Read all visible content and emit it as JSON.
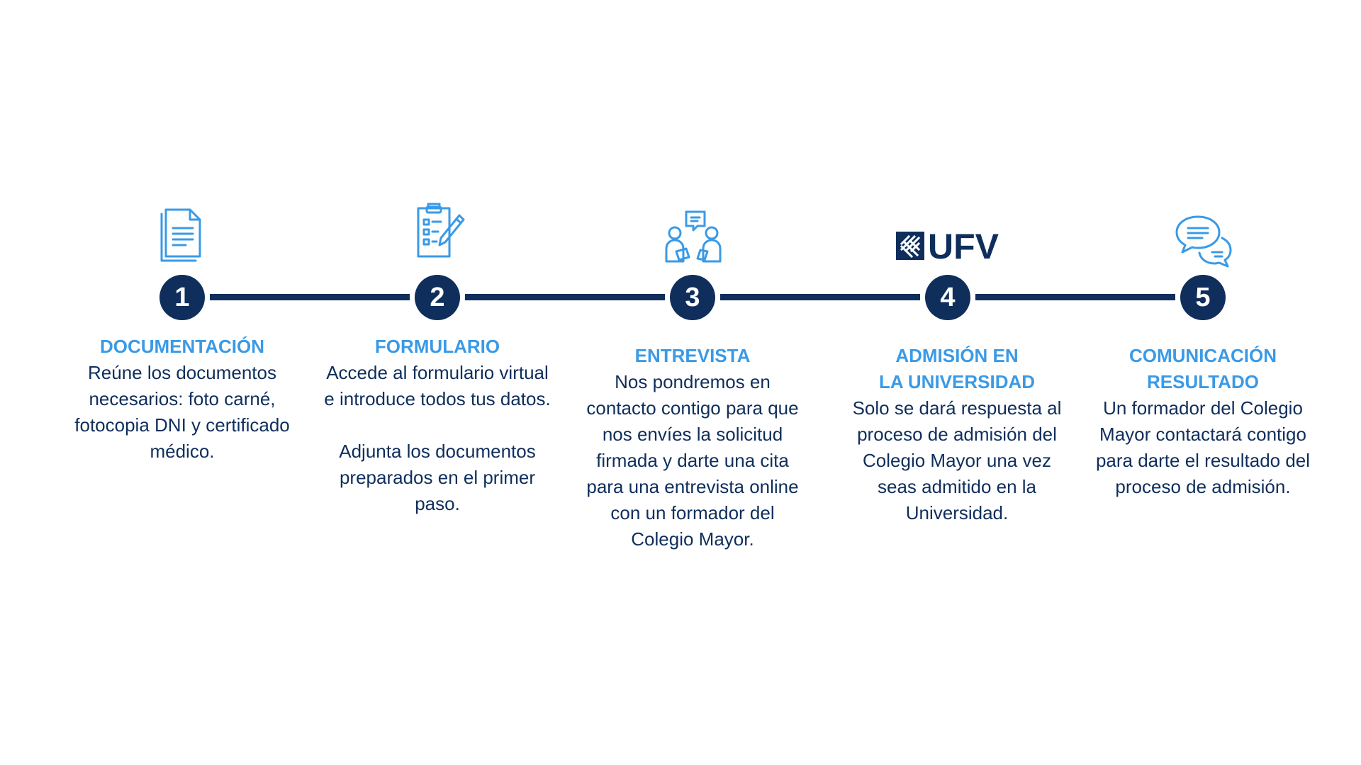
{
  "colors": {
    "navy": "#0f2e5c",
    "accent_blue": "#3a9ae6",
    "background": "#ffffff"
  },
  "logo": {
    "text": "UFV"
  },
  "steps": [
    {
      "number": "1",
      "icon": "document-icon",
      "title": "DOCUMENTACIÓN",
      "body": "Reúne los documentos necesarios: foto carné, fotocopia DNI y certificado médico."
    },
    {
      "number": "2",
      "icon": "clipboard-checklist-icon",
      "title": "FORMULARIO",
      "body": "Accede al formulario virtual e introduce todos tus datos.\n\nAdjunta los documentos preparados en el primer paso."
    },
    {
      "number": "3",
      "icon": "interview-people-icon",
      "title": "ENTREVISTA",
      "body": "Nos pondremos en contacto contigo para que nos envíes la solicitud firmada y darte una cita para una entrevista online con un formador del Colegio Mayor."
    },
    {
      "number": "4",
      "icon": "ufv-logo",
      "title": "ADMISIÓN EN\nLA UNIVERSIDAD",
      "body": "Solo se dará respuesta al proceso de admisión del Colegio Mayor una vez seas admitido en la Universidad."
    },
    {
      "number": "5",
      "icon": "chat-bubbles-icon",
      "title": "COMUNICACIÓN\nRESULTADO",
      "body": "Un formador del Colegio Mayor contactará contigo para darte el resultado del proceso de admisión."
    }
  ]
}
